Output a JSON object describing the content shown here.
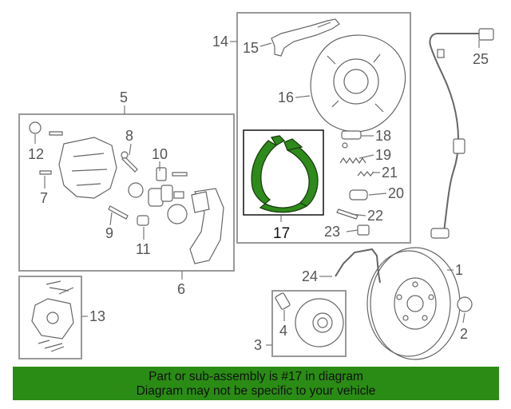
{
  "callouts": {
    "c1": "1",
    "c2": "2",
    "c3": "3",
    "c4": "4",
    "c5": "5",
    "c6": "6",
    "c7": "7",
    "c8": "8",
    "c9": "9",
    "c10": "10",
    "c11": "11",
    "c12": "12",
    "c13": "13",
    "c14": "14",
    "c15": "15",
    "c16": "16",
    "c17": "17",
    "c18": "18",
    "c19": "19",
    "c20": "20",
    "c21": "21",
    "c22": "22",
    "c23": "23",
    "c24": "24",
    "c25": "25"
  },
  "highlight": {
    "part": "17",
    "color": "#2f8a1c"
  },
  "banner": {
    "line1": "Part or sub-assembly is #17 in diagram",
    "line2": "Diagram may not be specific to your vehicle",
    "background": "#2a8c14"
  }
}
